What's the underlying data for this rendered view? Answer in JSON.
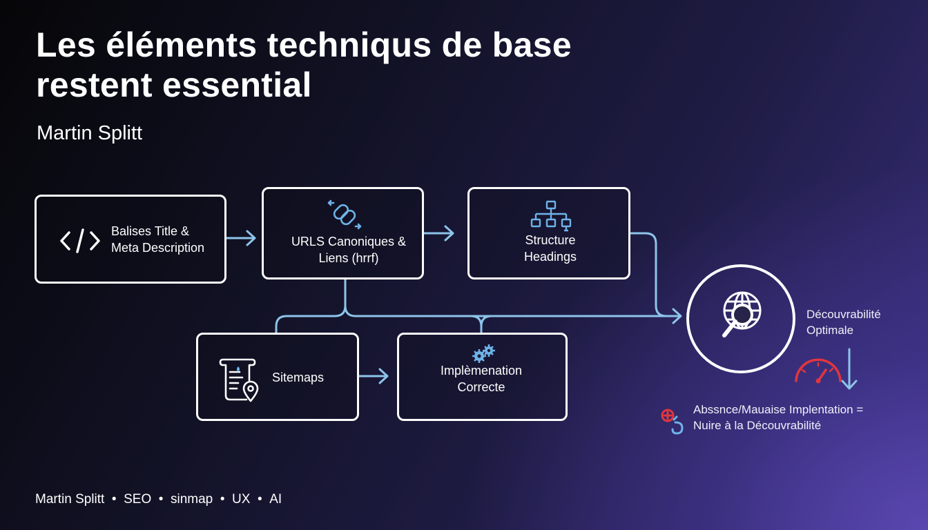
{
  "header": {
    "title_line1": "Les éléments techniqus de base",
    "title_line2": "restent essential",
    "author": "Martin Splitt"
  },
  "nodes": {
    "meta": {
      "line1": "Balises Title &",
      "line2": "Meta Description",
      "icon": "code-icon"
    },
    "urls": {
      "line1": "URLS Canoniques &",
      "line2": "Liens (hrrf)",
      "icon": "link-icon"
    },
    "structure": {
      "line1": "Structure",
      "line2": "Headings",
      "icon": "sitemap-hierarchy-icon"
    },
    "sitemaps": {
      "label": "Sitemaps",
      "icon": "scroll-map-pin-icon"
    },
    "impl": {
      "line1": "Implèmenation",
      "line2": "Correcte",
      "icon": "gears-icon"
    },
    "discover": {
      "line1": "Découvrabilité",
      "line2": "Optimale",
      "icon": "globe-search-icon"
    }
  },
  "warning": {
    "line1": "Abssnce/Mauaise Implentation =",
    "line2": "Nuire à la Découvrabilité",
    "gauge_icon": "speedometer-icon",
    "broken_link_icon": "broken-link-icon"
  },
  "footer": {
    "items": [
      "Martin Splitt",
      "SEO",
      "sinmap",
      "UX",
      "AI"
    ],
    "separator": "•"
  },
  "colors": {
    "connector": "#8ec4ea",
    "accent_red": "#e0363e",
    "accent_blue": "#6fb3e8",
    "box_border": "#ffffff"
  }
}
